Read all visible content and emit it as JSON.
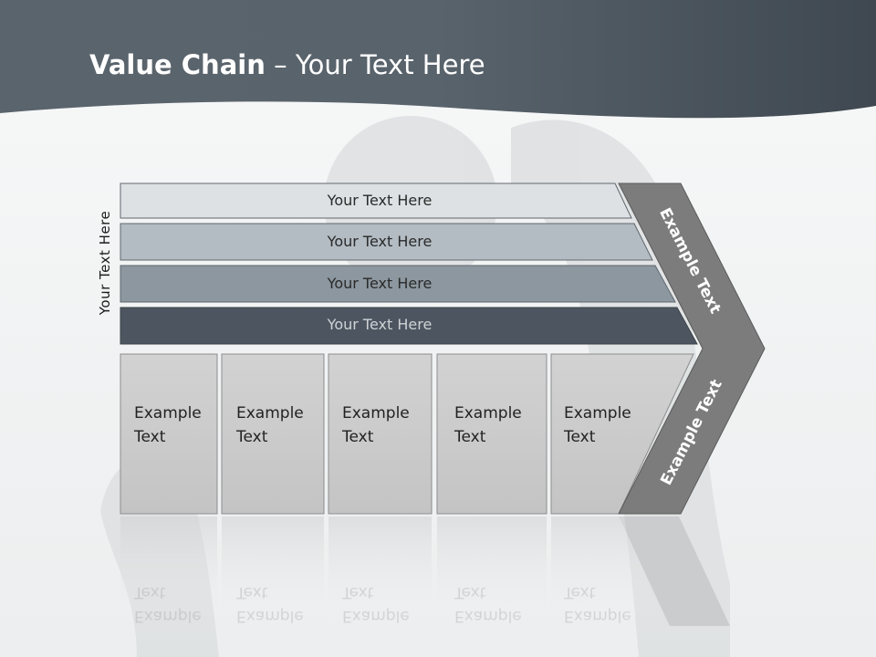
{
  "title": {
    "bold": "Value Chain",
    "separator": " – ",
    "rest": "Your Text Here"
  },
  "side_label": "Your Text Here",
  "bands": [
    {
      "label": "Your Text Here",
      "fill": "#dde1e4"
    },
    {
      "label": "Your Text Here",
      "fill": "#b3bcc3"
    },
    {
      "label": "Your Text Here",
      "fill": "#8c979f"
    },
    {
      "label": "Your Text Here",
      "fill": "#4d5660"
    }
  ],
  "columns": [
    {
      "line1": "Example",
      "line2": "Text"
    },
    {
      "line1": "Example",
      "line2": "Text"
    },
    {
      "line1": "Example",
      "line2": "Text"
    },
    {
      "line1": "Example",
      "line2": "Text"
    },
    {
      "line1": "Example",
      "line2": "Text"
    }
  ],
  "chevron": {
    "upper_label": "Example Text",
    "lower_label": "Example Text",
    "fill": "#7c7c7c"
  },
  "colors": {
    "header": "#4a535c",
    "column_fill": "#c8c8c8",
    "background": "#f3f4f5"
  }
}
